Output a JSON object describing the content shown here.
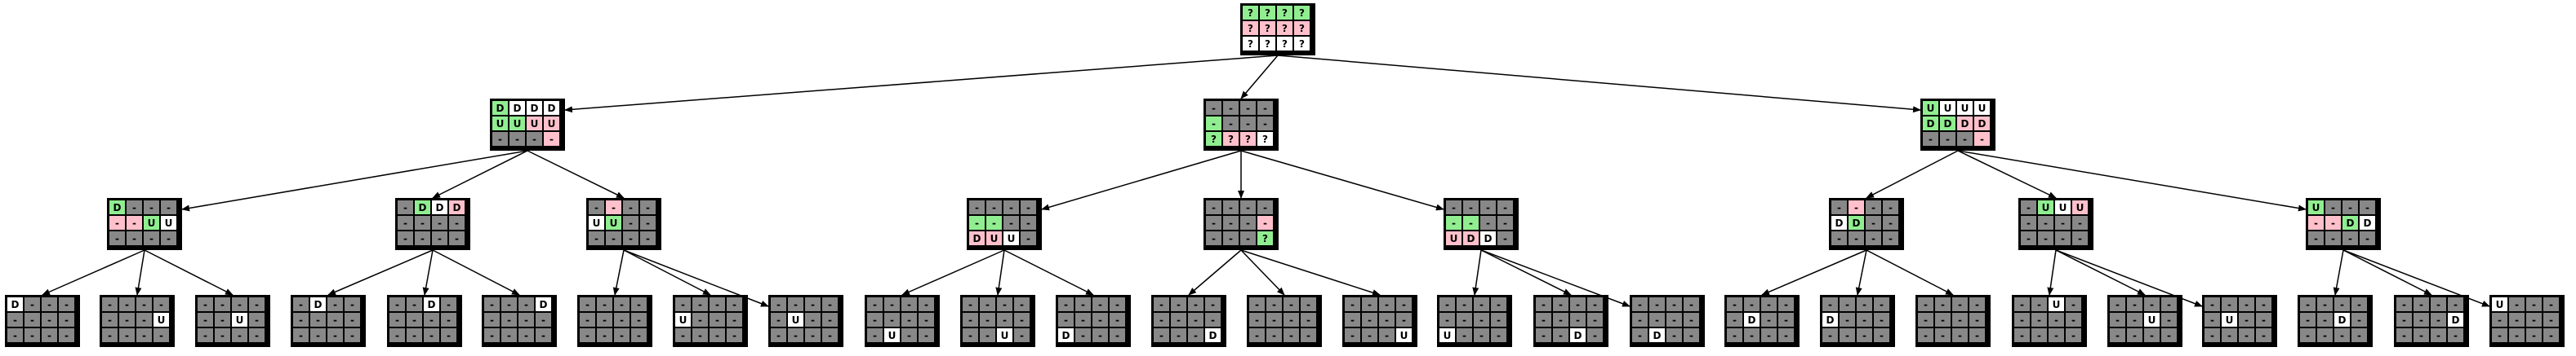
{
  "colors": {
    "green": "#90ee90",
    "pink": "#ffc0cb",
    "white": "#ffffff",
    "gray": "#888888",
    "edge": "#000000"
  },
  "nodes": [
    {
      "id": "root",
      "rows": [
        [
          "G?",
          "G?",
          "G?",
          "G?"
        ],
        [
          "P?",
          "P?",
          "P?",
          "P?"
        ],
        [
          "W?",
          "W?",
          "W?",
          "W?"
        ]
      ]
    },
    {
      "id": "a",
      "rows": [
        [
          "GD",
          "WD",
          "WD",
          "WD"
        ],
        [
          "GU",
          "GU",
          "PU",
          "PU"
        ],
        [
          "X-",
          "X-",
          "X-",
          "P-"
        ]
      ]
    },
    {
      "id": "b",
      "rows": [
        [
          "X-",
          "X-",
          "X-",
          "X-"
        ],
        [
          "G-",
          "X-",
          "X-",
          "X-"
        ],
        [
          "G?",
          "P?",
          "P?",
          "W?"
        ]
      ]
    },
    {
      "id": "c",
      "rows": [
        [
          "GU",
          "WU",
          "WU",
          "WU"
        ],
        [
          "GD",
          "GD",
          "PD",
          "PD"
        ],
        [
          "X-",
          "X-",
          "X-",
          "P-"
        ]
      ]
    },
    {
      "id": "a1",
      "rows": [
        [
          "GD",
          "X-",
          "X-",
          "X-"
        ],
        [
          "P-",
          "P-",
          "GU",
          "WU"
        ],
        [
          "X-",
          "X-",
          "X-",
          "X-"
        ]
      ]
    },
    {
      "id": "a2",
      "rows": [
        [
          "X-",
          "GD",
          "WD",
          "PD"
        ],
        [
          "X-",
          "X-",
          "X-",
          "X-"
        ],
        [
          "X-",
          "X-",
          "X-",
          "X-"
        ]
      ]
    },
    {
      "id": "a3",
      "rows": [
        [
          "X-",
          "P-",
          "X-",
          "X-"
        ],
        [
          "WU",
          "GU",
          "X-",
          "X-"
        ],
        [
          "X-",
          "X-",
          "X-",
          "X-"
        ]
      ]
    },
    {
      "id": "b1",
      "rows": [
        [
          "X-",
          "X-",
          "X-",
          "X-"
        ],
        [
          "G-",
          "G-",
          "X-",
          "X-"
        ],
        [
          "PD",
          "PU",
          "WU",
          "X-"
        ]
      ]
    },
    {
      "id": "b2",
      "rows": [
        [
          "X-",
          "X-",
          "X-",
          "X-"
        ],
        [
          "X-",
          "X-",
          "X-",
          "P-"
        ],
        [
          "X-",
          "X-",
          "X-",
          "G?"
        ]
      ]
    },
    {
      "id": "b3",
      "rows": [
        [
          "X-",
          "X-",
          "X-",
          "X-"
        ],
        [
          "G-",
          "G-",
          "X-",
          "X-"
        ],
        [
          "PU",
          "PD",
          "WD",
          "X-"
        ]
      ]
    },
    {
      "id": "c1",
      "rows": [
        [
          "X-",
          "P-",
          "X-",
          "X-"
        ],
        [
          "WD",
          "GD",
          "X-",
          "X-"
        ],
        [
          "X-",
          "X-",
          "X-",
          "X-"
        ]
      ]
    },
    {
      "id": "c2",
      "rows": [
        [
          "X-",
          "GU",
          "WU",
          "PU"
        ],
        [
          "X-",
          "X-",
          "X-",
          "X-"
        ],
        [
          "X-",
          "X-",
          "X-",
          "X-"
        ]
      ]
    },
    {
      "id": "c3",
      "rows": [
        [
          "GU",
          "X-",
          "X-",
          "X-"
        ],
        [
          "P-",
          "P-",
          "GD",
          "WD"
        ],
        [
          "X-",
          "X-",
          "X-",
          "X-"
        ]
      ]
    },
    {
      "id": "a1a",
      "rows": [
        [
          "WD",
          "X-",
          "X-",
          "X-"
        ],
        [
          "X-",
          "X-",
          "X-",
          "X-"
        ],
        [
          "X-",
          "X-",
          "X-",
          "X-"
        ]
      ]
    },
    {
      "id": "a1b",
      "rows": [
        [
          "X-",
          "X-",
          "X-",
          "X-"
        ],
        [
          "X-",
          "X-",
          "X-",
          "WU"
        ],
        [
          "X-",
          "X-",
          "X-",
          "X-"
        ]
      ]
    },
    {
      "id": "a1c",
      "rows": [
        [
          "X-",
          "X-",
          "X-",
          "X-"
        ],
        [
          "X-",
          "X-",
          "WU",
          "X-"
        ],
        [
          "X-",
          "X-",
          "X-",
          "X-"
        ]
      ]
    },
    {
      "id": "a2a",
      "rows": [
        [
          "X-",
          "WD",
          "X-",
          "X-"
        ],
        [
          "X-",
          "X-",
          "X-",
          "X-"
        ],
        [
          "X-",
          "X-",
          "X-",
          "X-"
        ]
      ]
    },
    {
      "id": "a2b",
      "rows": [
        [
          "X-",
          "X-",
          "WD",
          "X-"
        ],
        [
          "X-",
          "X-",
          "X-",
          "X-"
        ],
        [
          "X-",
          "X-",
          "X-",
          "X-"
        ]
      ]
    },
    {
      "id": "a2c",
      "rows": [
        [
          "X-",
          "X-",
          "X-",
          "WD"
        ],
        [
          "X-",
          "X-",
          "X-",
          "X-"
        ],
        [
          "X-",
          "X-",
          "X-",
          "X-"
        ]
      ]
    },
    {
      "id": "a3a",
      "rows": [
        [
          "X-",
          "X-",
          "X-",
          "X-"
        ],
        [
          "X-",
          "X-",
          "X-",
          "X-"
        ],
        [
          "X-",
          "X-",
          "X-",
          "X-"
        ]
      ]
    },
    {
      "id": "a3b",
      "rows": [
        [
          "X-",
          "X-",
          "X-",
          "X-"
        ],
        [
          "WU",
          "X-",
          "X-",
          "X-"
        ],
        [
          "X-",
          "X-",
          "X-",
          "X-"
        ]
      ]
    },
    {
      "id": "a3c",
      "rows": [
        [
          "X-",
          "X-",
          "X-",
          "X-"
        ],
        [
          "X-",
          "WU",
          "X-",
          "X-"
        ],
        [
          "X-",
          "X-",
          "X-",
          "X-"
        ]
      ]
    },
    {
      "id": "b1a",
      "rows": [
        [
          "X-",
          "X-",
          "X-",
          "X-"
        ],
        [
          "X-",
          "X-",
          "X-",
          "X-"
        ],
        [
          "X-",
          "WU",
          "X-",
          "X-"
        ]
      ]
    },
    {
      "id": "b1b",
      "rows": [
        [
          "X-",
          "X-",
          "X-",
          "X-"
        ],
        [
          "X-",
          "X-",
          "X-",
          "X-"
        ],
        [
          "X-",
          "X-",
          "WU",
          "X-"
        ]
      ]
    },
    {
      "id": "b1c",
      "rows": [
        [
          "X-",
          "X-",
          "X-",
          "X-"
        ],
        [
          "X-",
          "X-",
          "X-",
          "X-"
        ],
        [
          "WD",
          "X-",
          "X-",
          "X-"
        ]
      ]
    },
    {
      "id": "b2a",
      "rows": [
        [
          "X-",
          "X-",
          "X-",
          "X-"
        ],
        [
          "X-",
          "X-",
          "X-",
          "X-"
        ],
        [
          "X-",
          "X-",
          "X-",
          "WD"
        ]
      ]
    },
    {
      "id": "b2b",
      "rows": [
        [
          "X-",
          "X-",
          "X-",
          "X-"
        ],
        [
          "X-",
          "X-",
          "X-",
          "X-"
        ],
        [
          "X-",
          "X-",
          "X-",
          "X-"
        ]
      ]
    },
    {
      "id": "b2c",
      "rows": [
        [
          "X-",
          "X-",
          "X-",
          "X-"
        ],
        [
          "X-",
          "X-",
          "X-",
          "X-"
        ],
        [
          "X-",
          "X-",
          "X-",
          "WU"
        ]
      ]
    },
    {
      "id": "b3a",
      "rows": [
        [
          "X-",
          "X-",
          "X-",
          "X-"
        ],
        [
          "X-",
          "X-",
          "X-",
          "X-"
        ],
        [
          "WU",
          "X-",
          "X-",
          "X-"
        ]
      ]
    },
    {
      "id": "b3b",
      "rows": [
        [
          "X-",
          "X-",
          "X-",
          "X-"
        ],
        [
          "X-",
          "X-",
          "X-",
          "X-"
        ],
        [
          "X-",
          "X-",
          "WD",
          "X-"
        ]
      ]
    },
    {
      "id": "b3c",
      "rows": [
        [
          "X-",
          "X-",
          "X-",
          "X-"
        ],
        [
          "X-",
          "X-",
          "X-",
          "X-"
        ],
        [
          "X-",
          "WD",
          "X-",
          "X-"
        ]
      ]
    },
    {
      "id": "c1a",
      "rows": [
        [
          "X-",
          "X-",
          "X-",
          "X-"
        ],
        [
          "X-",
          "WD",
          "X-",
          "X-"
        ],
        [
          "X-",
          "X-",
          "X-",
          "X-"
        ]
      ]
    },
    {
      "id": "c1b",
      "rows": [
        [
          "X-",
          "X-",
          "X-",
          "X-"
        ],
        [
          "WD",
          "X-",
          "X-",
          "X-"
        ],
        [
          "X-",
          "X-",
          "X-",
          "X-"
        ]
      ]
    },
    {
      "id": "c1c",
      "rows": [
        [
          "X-",
          "X-",
          "X-",
          "X-"
        ],
        [
          "X-",
          "X-",
          "X-",
          "X-"
        ],
        [
          "X-",
          "X-",
          "X-",
          "X-"
        ]
      ]
    },
    {
      "id": "c2a",
      "rows": [
        [
          "X-",
          "X-",
          "WU",
          "X-"
        ],
        [
          "X-",
          "X-",
          "X-",
          "X-"
        ],
        [
          "X-",
          "X-",
          "X-",
          "X-"
        ]
      ]
    },
    {
      "id": "c2b",
      "rows": [
        [
          "X-",
          "X-",
          "X-",
          "X-"
        ],
        [
          "X-",
          "X-",
          "WU",
          "X-"
        ],
        [
          "X-",
          "X-",
          "X-",
          "X-"
        ]
      ]
    },
    {
      "id": "c2c",
      "rows": [
        [
          "X-",
          "X-",
          "X-",
          "X-"
        ],
        [
          "X-",
          "WU",
          "X-",
          "X-"
        ],
        [
          "X-",
          "X-",
          "X-",
          "X-"
        ]
      ]
    },
    {
      "id": "c3a",
      "rows": [
        [
          "X-",
          "X-",
          "X-",
          "X-"
        ],
        [
          "X-",
          "X-",
          "WD",
          "X-"
        ],
        [
          "X-",
          "X-",
          "X-",
          "X-"
        ]
      ]
    },
    {
      "id": "c3b",
      "rows": [
        [
          "X-",
          "X-",
          "X-",
          "X-"
        ],
        [
          "X-",
          "X-",
          "X-",
          "WD"
        ],
        [
          "X-",
          "X-",
          "X-",
          "X-"
        ]
      ]
    },
    {
      "id": "c3c",
      "rows": [
        [
          "WU",
          "X-",
          "X-",
          "X-"
        ],
        [
          "X-",
          "X-",
          "X-",
          "X-"
        ],
        [
          "X-",
          "X-",
          "X-",
          "X-"
        ]
      ]
    }
  ],
  "edges": [
    [
      "root",
      "a"
    ],
    [
      "root",
      "b"
    ],
    [
      "root",
      "c"
    ],
    [
      "a",
      "a1"
    ],
    [
      "a",
      "a2"
    ],
    [
      "a",
      "a3"
    ],
    [
      "b",
      "b1"
    ],
    [
      "b",
      "b2"
    ],
    [
      "b",
      "b3"
    ],
    [
      "c",
      "c1"
    ],
    [
      "c",
      "c2"
    ],
    [
      "c",
      "c3"
    ],
    [
      "a1",
      "a1a"
    ],
    [
      "a1",
      "a1b"
    ],
    [
      "a1",
      "a1c"
    ],
    [
      "a2",
      "a2a"
    ],
    [
      "a2",
      "a2b"
    ],
    [
      "a2",
      "a2c"
    ],
    [
      "a3",
      "a3a"
    ],
    [
      "a3",
      "a3b"
    ],
    [
      "a3",
      "a3c"
    ],
    [
      "b1",
      "b1a"
    ],
    [
      "b1",
      "b1b"
    ],
    [
      "b1",
      "b1c"
    ],
    [
      "b2",
      "b2a"
    ],
    [
      "b2",
      "b2b"
    ],
    [
      "b2",
      "b2c"
    ],
    [
      "b3",
      "b3a"
    ],
    [
      "b3",
      "b3b"
    ],
    [
      "b3",
      "b3c"
    ],
    [
      "c1",
      "c1a"
    ],
    [
      "c1",
      "c1b"
    ],
    [
      "c1",
      "c1c"
    ],
    [
      "c2",
      "c2a"
    ],
    [
      "c2",
      "c2b"
    ],
    [
      "c2",
      "c2c"
    ],
    [
      "c3",
      "c3a"
    ],
    [
      "c3",
      "c3b"
    ],
    [
      "c3",
      "c3c"
    ]
  ]
}
